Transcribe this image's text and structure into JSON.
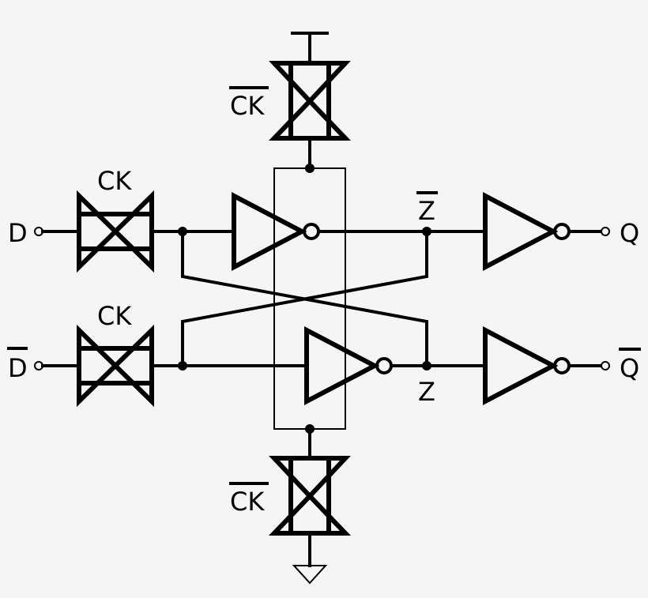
{
  "labels": {
    "d": "D",
    "d_bar": "D",
    "q": "Q",
    "q_bar": "Q",
    "ck_top_left": "CK",
    "ck_bottom_left": "CK",
    "ck_bar_top": "CK",
    "ck_bar_bottom": "CK",
    "z_bar": "Z",
    "z": "Z"
  },
  "colors": {
    "stroke": "#000000",
    "background": "#f5f5f5"
  }
}
